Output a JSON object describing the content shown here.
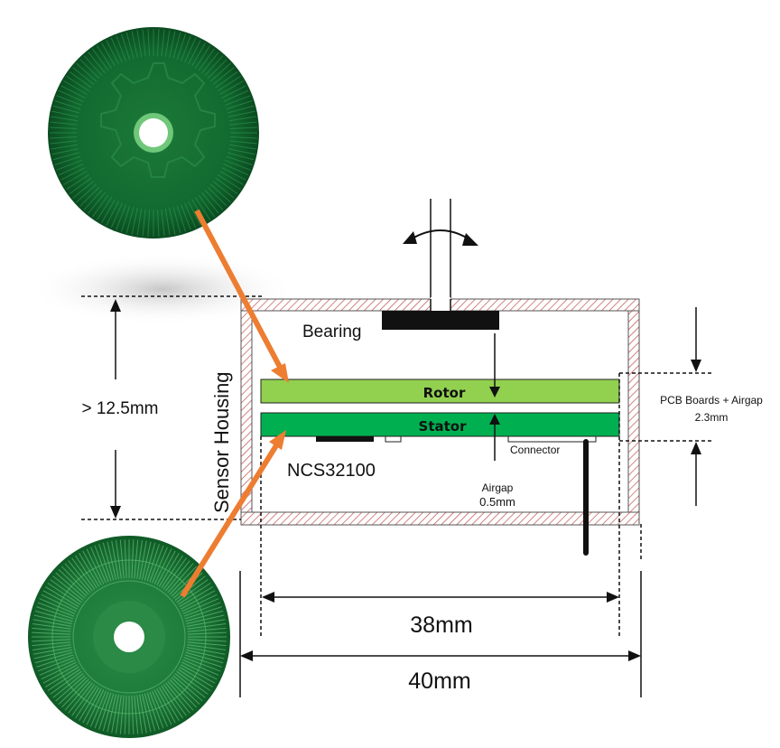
{
  "labels": {
    "bearing": "Bearing",
    "rotor": "Rotor",
    "stator": "Stator",
    "sensor_housing": "Sensor Housing",
    "height": "> 12.5mm",
    "ncs": "NCS32100",
    "connector": "Connector",
    "airgap_title": "Airgap",
    "airgap_value": "0.5mm",
    "pcb_line1": "PCB Boards + Airgap",
    "pcb_line2": "2.3mm",
    "width_inner": "38mm",
    "width_outer": "40mm"
  },
  "colors": {
    "rotor": "#92d050",
    "stator": "#00b050",
    "arrow_orange": "#ed7d31",
    "hatch": "#c0504d",
    "disc_dark": "#0f5a26",
    "disc_mid": "#1c7a38"
  },
  "images": {
    "top_disc": "rotor-pcb-photo",
    "bottom_disc": "stator-pcb-photo"
  }
}
